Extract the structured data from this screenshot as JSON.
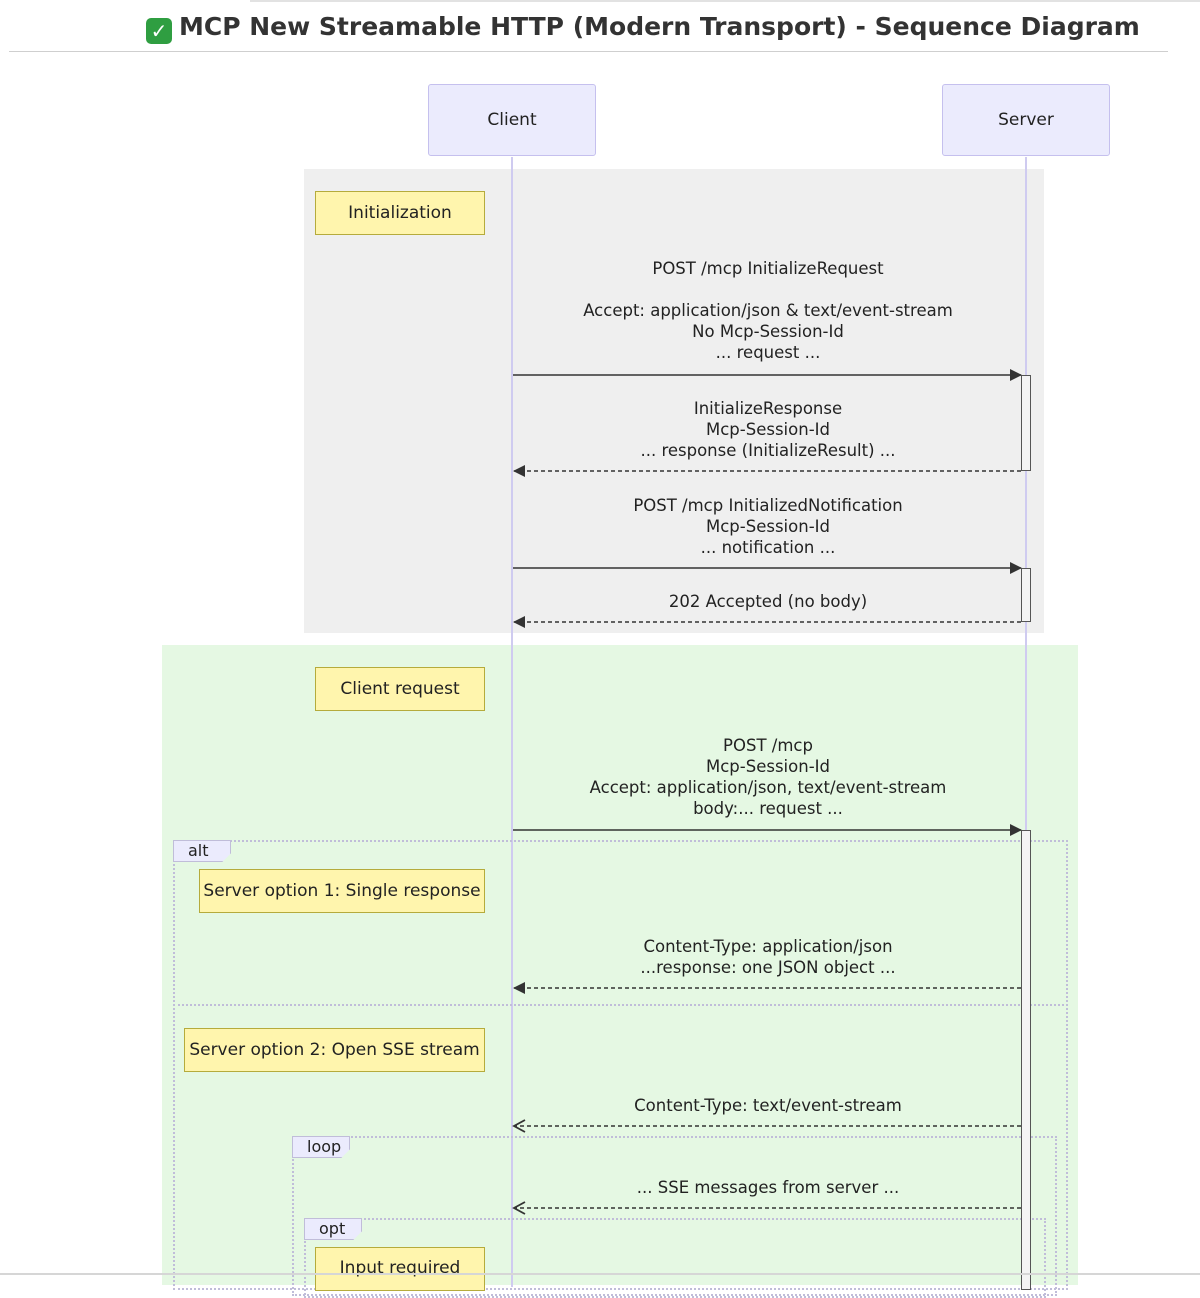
{
  "title": {
    "check_icon": "white-check-mark-icon",
    "text": "MCP New Streamable HTTP (Modern Transport) - Sequence Diagram"
  },
  "actors": {
    "client": "Client",
    "server": "Server"
  },
  "notes": {
    "initialization": "Initialization",
    "client_request": "Client request",
    "option1": "Server option 1: Single response",
    "option2": "Server option 2: Open SSE stream",
    "input_required": "Input required"
  },
  "frames": {
    "alt": "alt",
    "loop": "loop",
    "opt": "opt"
  },
  "messages": {
    "init_request": "POST /mcp InitializeRequest\n\nAccept: application/json & text/event-stream\nNo Mcp-Session-Id\n... request ...",
    "init_response": "InitializeResponse\nMcp-Session-Id\n... response (InitializeResult) ...",
    "initialized_notification": "POST /mcp InitializedNotification\nMcp-Session-Id\n... notification ...",
    "accepted": "202 Accepted (no body)",
    "client_post": "POST /mcp\nMcp-Session-Id\nAccept: application/json, text/event-stream\nbody:... request ...",
    "single_response": "Content-Type: application/json\n...response: one JSON object ...",
    "sse_open": "Content-Type: text/event-stream",
    "sse_messages": "... SSE messages from server ..."
  }
}
